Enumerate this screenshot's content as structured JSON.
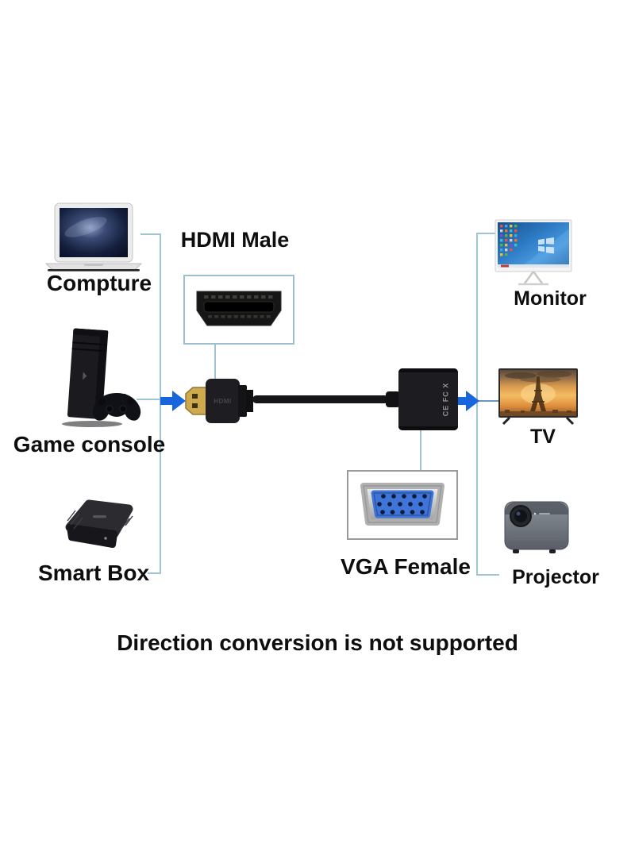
{
  "diagram": {
    "title_note": "Direction conversion is not supported",
    "sources": [
      {
        "label": "Compture"
      },
      {
        "label": "Game console"
      },
      {
        "label": "Smart Box"
      }
    ],
    "outputs": [
      {
        "label": "Monitor"
      },
      {
        "label": "TV"
      },
      {
        "label": "Projector"
      }
    ],
    "connectors": {
      "hdmi": {
        "label": "HDMI Male"
      },
      "vga": {
        "label": "VGA Female"
      }
    },
    "adapter": {
      "plug_text": "HDMI",
      "markings": "CE FC X"
    },
    "colors": {
      "line": "#9fc5d2",
      "tv_stub_line": "#6f95bd",
      "arrow": "#1766dd",
      "hdmi_box_border": "#9bbfcc",
      "vga_box_border": "#9a9a9a",
      "vga_face_blue": "#3f74d8"
    }
  }
}
